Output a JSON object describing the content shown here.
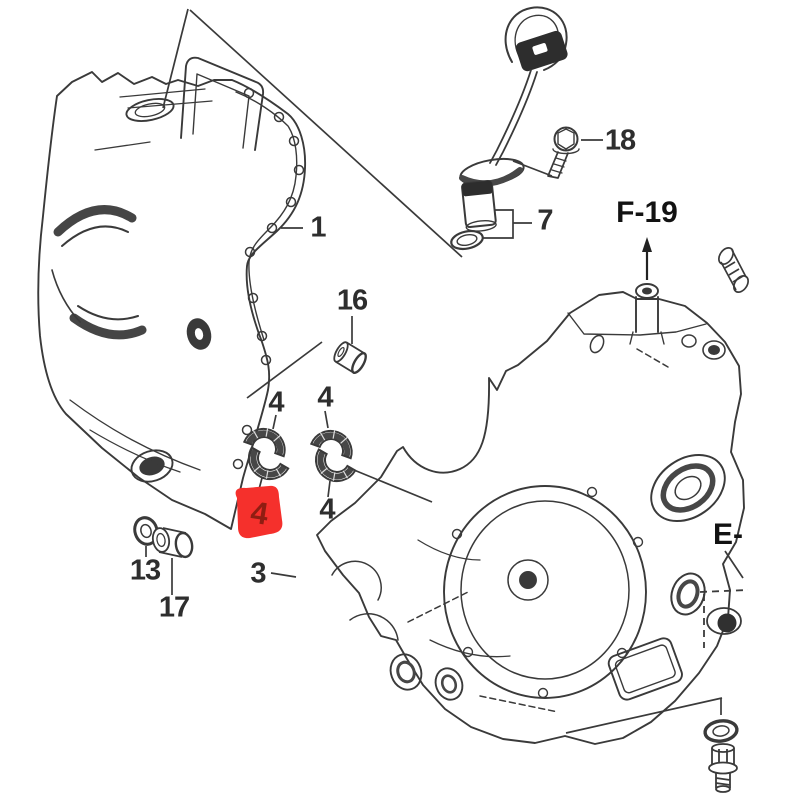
{
  "diagram": {
    "description": "Exploded parts diagram of motorcycle engine crankcase halves",
    "background_color": "#ffffff",
    "line_color": "#3a3a3a",
    "highlight": {
      "fill_color": "#f5302c",
      "text_color": "#8f1d12"
    }
  },
  "labels": {
    "part_1": "1",
    "part_3": "3",
    "part_7": "7",
    "part_13": "13",
    "part_16": "16",
    "part_17": "17",
    "part_18": "18",
    "bearing_top_left": "4",
    "bearing_top_right": "4",
    "bearing_bottom_right": "4",
    "bearing_highlighted": "4",
    "ref_f19": "F-19",
    "ref_e": "E-"
  }
}
